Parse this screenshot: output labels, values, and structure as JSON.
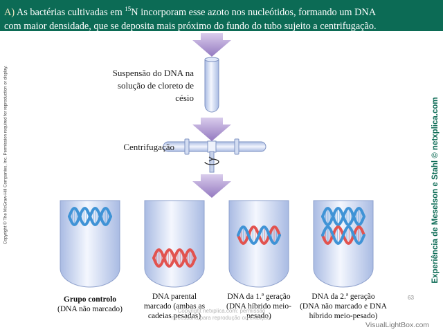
{
  "header": {
    "lead": "A)",
    "text_before_sup": " As bactérias cultivadas em ",
    "superscript": "15",
    "line1_rest": "N incorporam esse azoto nos nucleótidos, formando um DNA",
    "line2": "com maior densidade, que se deposita mais próximo do fundo do tubo sujeito a centrifugação."
  },
  "steps": {
    "suspension": [
      "Suspensão do DNA na",
      "solução de cloreto de",
      "césio"
    ],
    "centrifugation": "Centrifugação"
  },
  "tubes": [
    {
      "title": "Grupo controlo",
      "subtitle": "(DNA não marcado)"
    },
    {
      "lines": [
        "DNA parental",
        "marcado (ambas as",
        "cadeias pesadas)"
      ]
    },
    {
      "lines": [
        "DNA da 1.ª geração",
        "(DNA híbrido meio-",
        "pesado)"
      ]
    },
    {
      "lines": [
        "DNA da 2.ª geração",
        "(DNA não marcado e DNA",
        "híbrido meio-pesado)"
      ]
    }
  ],
  "side_left_text": "Copyright © The McGraw-Hill Companies, Inc. Permission required for reproduction or display.",
  "side_right_text": "Experiência de Meselson e Stahl © netxplica.com",
  "overlay": [
    "Copyright netxplica.com: permissão",
    "necessária para reprodução ou exibição."
  ],
  "page_number": "63",
  "watermark": "VisualLightBox.com",
  "colors": {
    "header_bg": "#0c6b55",
    "arrow": "#a58ac8",
    "light_dna": "#3f93d6",
    "heavy_dna": "#e2534f",
    "tube": "#c9d6ef"
  }
}
